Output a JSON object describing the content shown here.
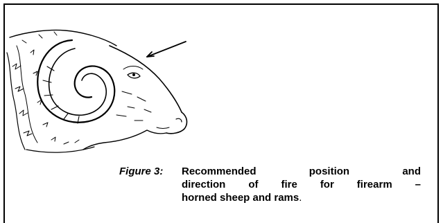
{
  "figure": {
    "label": "Figure 3:",
    "caption_lines": [
      "Recommended position and",
      "direction of fire for firearm –"
    ],
    "caption_last_text": "horned sheep and rams",
    "caption_last_period": "."
  },
  "illustration": {
    "subject": "ram-head-drawing"
  }
}
